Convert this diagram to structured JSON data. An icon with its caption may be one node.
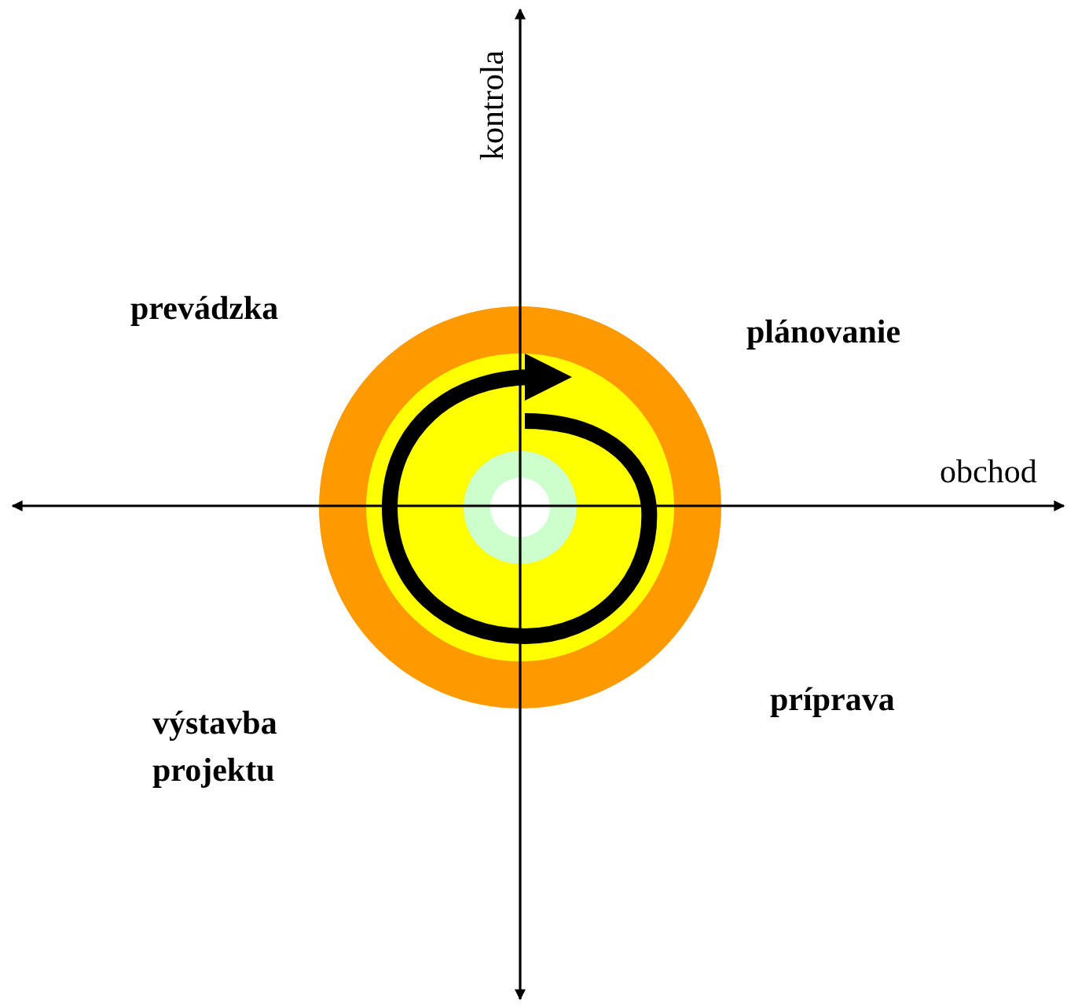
{
  "diagram": {
    "labels": [
      "kontrola",
      "prevádzka",
      "plánovanie",
      "obchod",
      "výstavba projektu",
      "príprava"
    ]
  }
}
